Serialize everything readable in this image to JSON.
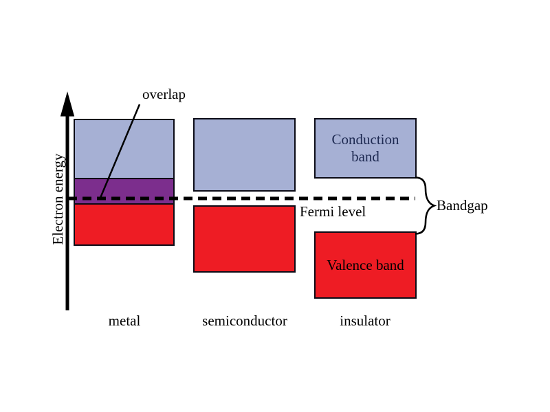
{
  "axis": {
    "label": "Electron energy"
  },
  "annotations": {
    "overlap": "overlap",
    "fermi_level": "Fermi level",
    "bandgap": "Bandgap"
  },
  "band_labels": {
    "conduction": "Conduction band",
    "valence": "Valence band"
  },
  "columns": [
    {
      "label": "metal"
    },
    {
      "label": "semiconductor"
    },
    {
      "label": "insulator"
    }
  ],
  "colors": {
    "conduction_fill": "#a6b0d4",
    "overlap_fill": "#7c2e8d",
    "valence_fill": "#ee1c24",
    "outline": "#0b0b16",
    "conduction_text": "#1e2a52",
    "text": "#000000",
    "line": "#000000"
  }
}
